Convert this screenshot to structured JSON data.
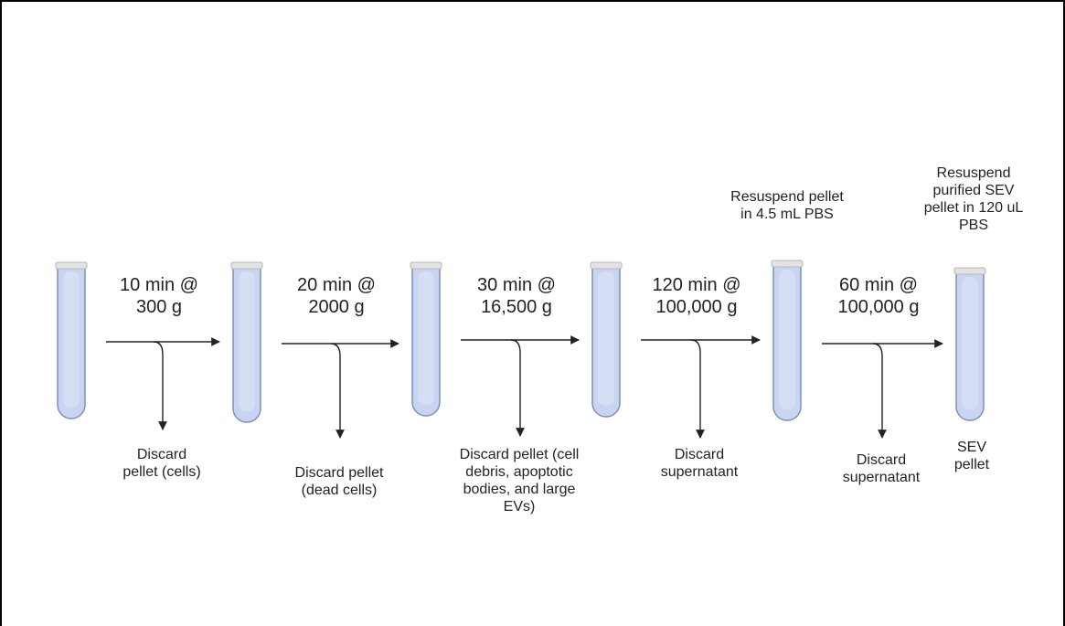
{
  "steps": [
    {
      "speed": [
        "10 min @",
        "300 g"
      ],
      "discard": [
        "Discard",
        "pellet (cells)"
      ]
    },
    {
      "speed": [
        "20 min @",
        "2000 g"
      ],
      "discard": [
        "Discard pellet",
        "(dead cells)"
      ]
    },
    {
      "speed": [
        "30 min @",
        "16,500 g"
      ],
      "discard": [
        "Discard pellet (cell",
        "debris, apoptotic",
        "bodies, and large",
        "EVs)"
      ]
    },
    {
      "speed": [
        "120 min @",
        "100,000 g"
      ],
      "discard": [
        "Discard",
        "supernatant"
      ]
    },
    {
      "speed": [
        "60 min @",
        "100,000 g"
      ],
      "discard": [
        "Discard",
        "supernatant"
      ]
    }
  ],
  "resuspend_notes": [
    {
      "tube_index": 4,
      "lines": [
        "Resuspend pellet",
        "in 4.5 mL PBS"
      ]
    },
    {
      "tube_index": 5,
      "lines": [
        "Resuspend",
        "purified SEV",
        "pellet in 120 uL",
        "PBS"
      ]
    }
  ],
  "final_label": [
    "SEV",
    "pellet"
  ],
  "colors": {
    "tube_fill": "#c9d4f0",
    "tube_stroke": "#7f8fb8",
    "cap": "#e3e3e3",
    "arrow": "#222222"
  }
}
